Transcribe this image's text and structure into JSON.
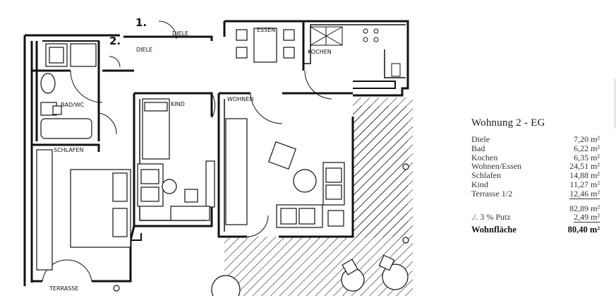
{
  "plan": {
    "steps": [
      "1.",
      "2."
    ],
    "labels": {
      "diele_top": "DIELE",
      "diele": "DIELE",
      "essen": "ESSEN",
      "kochen": "KOCHEN",
      "bad_wc": "BAD/WC",
      "kind": "KIND",
      "wohnen": "WOHNEN",
      "schlafen": "SCHLAFEN",
      "terrasse": "TERRASSE"
    }
  },
  "area_table": {
    "title": "Wohnung 2 - EG",
    "rows": [
      {
        "name": "Diele",
        "value": "7,20 m²"
      },
      {
        "name": "Bad",
        "value": "6,22 m²"
      },
      {
        "name": "Kochen",
        "value": "6,35 m²"
      },
      {
        "name": "Wohnen/Essen",
        "value": "24,51 m²"
      },
      {
        "name": "Schlafen",
        "value": "14,88 m²"
      },
      {
        "name": "Kind",
        "value": "11,27 m²"
      },
      {
        "name": "Terrasse 1/2",
        "value": "12,46 m²"
      }
    ],
    "subtotal": "82,89 m²",
    "deduction": {
      "name": "./. 3 % Putz",
      "value": "2,49 m²"
    },
    "total": {
      "name": "Wohnfläche",
      "value": "80,40 m²"
    }
  }
}
